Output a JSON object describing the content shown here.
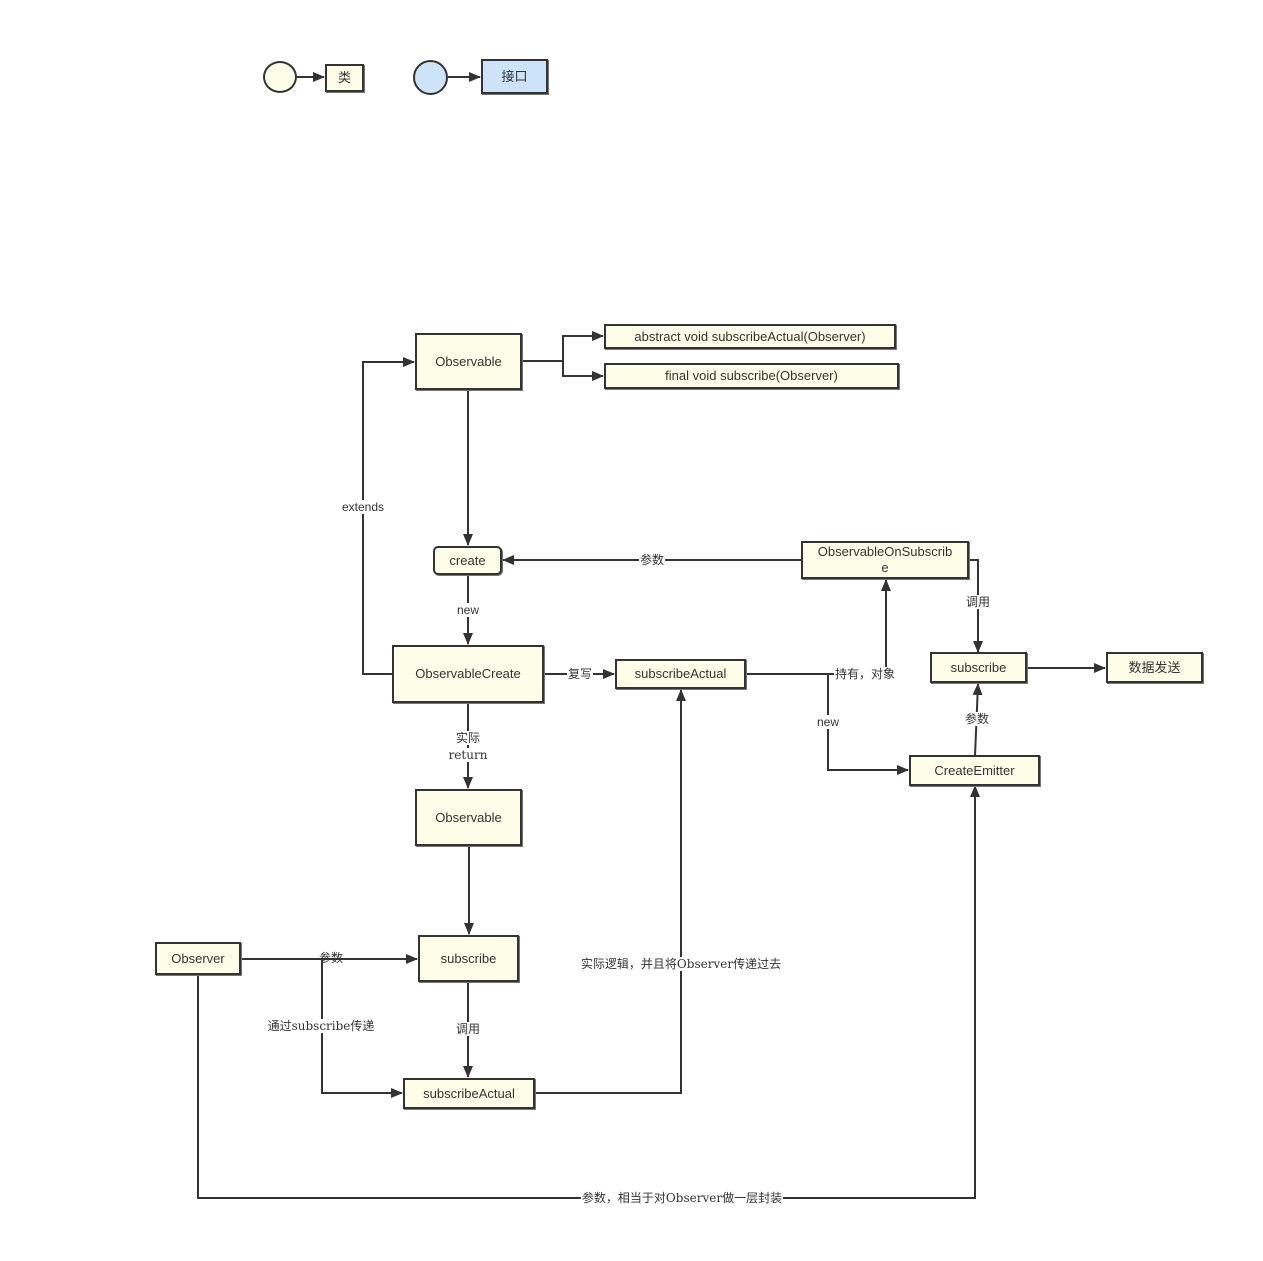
{
  "legend": {
    "class_label": "类",
    "interface_label": "接口",
    "class_color": "#fefee8",
    "interface_color": "#cce3f8"
  },
  "nodes": {
    "observable_top": "Observable",
    "abstract_method": "abstract void subscribeActual(Observer)",
    "final_method": "final void subscribe(Observer)",
    "create": "create",
    "observable_on_subscribe": "ObservableOnSubscribe",
    "observable_create": "ObservableCreate",
    "subscribe_actual_mid": "subscribeActual",
    "subscribe_right": "subscribe",
    "data_send": "数据发送",
    "create_emitter": "CreateEmitter",
    "observable_mid": "Observable",
    "observer": "Observer",
    "subscribe_bottom": "subscribe",
    "subscribe_actual_bottom": "subscribeActual"
  },
  "edge_labels": {
    "extends": "extends",
    "param_create": "参数",
    "new_create": "new",
    "call_right": "调用",
    "override": "复写",
    "hold_object": "持有，对象",
    "new_emitter": "new",
    "param_emitter": "参数",
    "actual": "实际",
    "return": "return",
    "param_observer": "参数",
    "via_subscribe": "通过subscribe传递",
    "call_bottom": "调用",
    "actual_logic": "实际逻辑，并且将Observer传递过去",
    "wrap_observer": "参数，相当于对Observer做一层封装"
  },
  "colors": {
    "class_fill": "#fefee8",
    "interface_fill": "#cce3f8",
    "stroke": "#333333"
  }
}
